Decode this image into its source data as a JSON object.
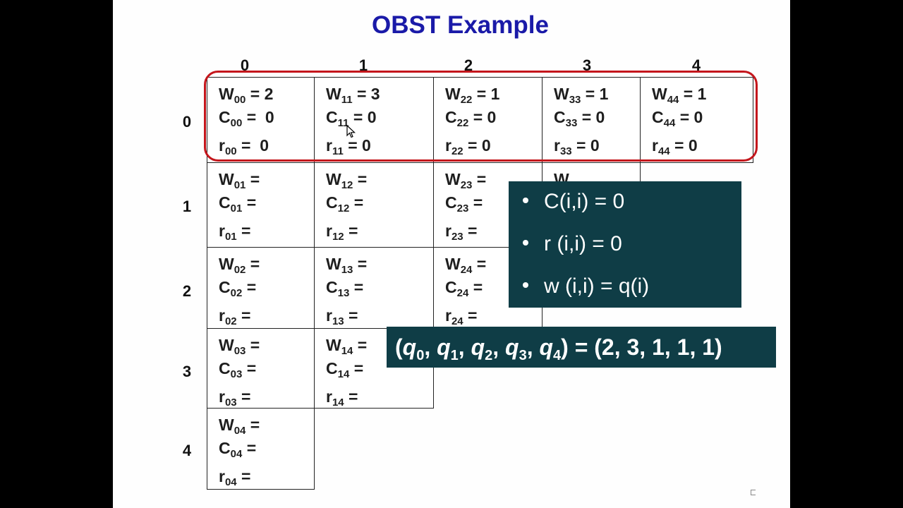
{
  "title": "OBST Example",
  "column_headers": [
    "0",
    "1",
    "2",
    "3",
    "4"
  ],
  "row_headers": [
    "0",
    "1",
    "2",
    "3",
    "4"
  ],
  "cells": {
    "c00": [
      "W",
      "00",
      " = 2",
      "C",
      "00",
      " =  0",
      "r",
      "00",
      " =  0"
    ],
    "c11": [
      "W",
      "11",
      " = 3",
      "C",
      "11",
      " = 0",
      "r",
      "11",
      " = 0"
    ],
    "c22": [
      "W",
      "22",
      " = 1",
      "C",
      "22",
      " = 0",
      "r",
      "22",
      " = 0"
    ],
    "c33": [
      "W",
      "33",
      " = 1",
      "C",
      "33",
      " = 0",
      "r",
      "33",
      " = 0"
    ],
    "c44": [
      "W",
      "44",
      " = 1",
      "C",
      "44",
      " = 0",
      "r",
      "44",
      " = 0"
    ],
    "c01": [
      "W",
      "01",
      " =",
      "C",
      "01",
      " =",
      "r",
      "01",
      " ="
    ],
    "c12": [
      "W",
      "12",
      " =",
      "C",
      "12",
      " =",
      "r",
      "12",
      " ="
    ],
    "c23": [
      "W",
      "23",
      " =",
      "C",
      "23",
      " =",
      "r",
      "23",
      " ="
    ],
    "c02": [
      "W",
      "02",
      " =",
      "C",
      "02",
      " =",
      "r",
      "02",
      " ="
    ],
    "c13": [
      "W",
      "13",
      " =",
      "C",
      "13",
      " =",
      "r",
      "13",
      " ="
    ],
    "c24": [
      "W",
      "24",
      " =",
      "C",
      "24",
      " =",
      "r",
      "24",
      " ="
    ],
    "c03": [
      "W",
      "03",
      " =",
      "C",
      "03",
      " =",
      "r",
      "03",
      " ="
    ],
    "c14": [
      "W",
      "14",
      " =",
      "C",
      "14",
      " =",
      "r",
      "14",
      " ="
    ],
    "c04": [
      "W",
      "04",
      " =",
      "C",
      "04",
      " =",
      "r",
      "04",
      " ="
    ]
  },
  "partial_cell_text": "W",
  "rules": [
    "C(i,i) = 0",
    "r (i,i) = 0",
    "w (i,i) = q(i)"
  ],
  "q_formula": {
    "open": "(",
    "symbol": "q",
    "subscripts": [
      "0",
      "1",
      "2",
      "3",
      "4"
    ],
    "separator": ", ",
    "equals": ") = ",
    "values": "(2, 3, 1, 1, 1)"
  },
  "colors": {
    "title": "#1a1aa8",
    "highlight_border": "#c4161c",
    "overlay_bg": "#0f3d46"
  }
}
